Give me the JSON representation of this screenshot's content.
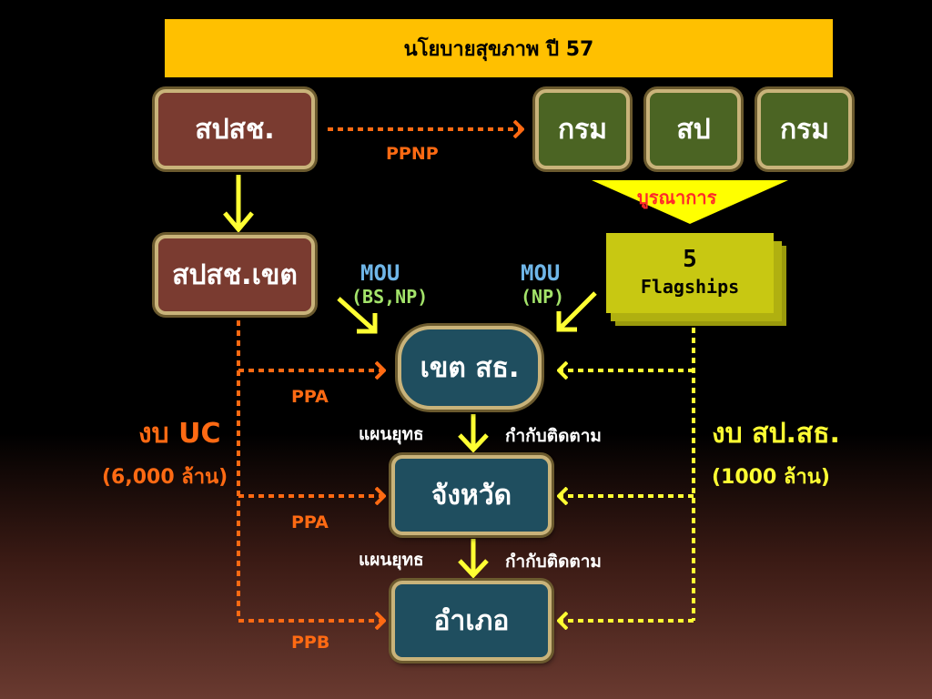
{
  "title": "นโยบายสุขภาพ ปี 57",
  "boxes": {
    "spsch": "สปสช.",
    "krom1": "กรม",
    "sp": "สป",
    "krom2": "กรม",
    "spsch_khet": "สปสช.เขต",
    "khet_sth": "เขต สธ.",
    "changwat": "จังหวัด",
    "amphoe": "อำเภอ"
  },
  "flagships": {
    "number": "5",
    "label": "Flagships"
  },
  "labels": {
    "ppnp": "PPNP",
    "buranakan": "บูรณาการ",
    "mou_left": "MOU",
    "mou_left_sub": "(BS,NP)",
    "mou_right": "MOU",
    "mou_right_sub": "(NP)",
    "ppa1": "PPA",
    "ppa2": "PPA",
    "ppb": "PPB",
    "budget_uc": "งบ UC",
    "budget_uc_amount": "(6,000 ล้าน)",
    "budget_sp": "งบ สป.สธ.",
    "budget_sp_amount": "(1000 ล้าน)",
    "plan1": "แผนยุทธ",
    "monitor1": "กำกับติดตาม",
    "plan2": "แผนยุทธ",
    "monitor2": "กำกับติดตาม"
  },
  "colors": {
    "title_bg": "#ffc000",
    "orange": "#ff6a13",
    "yellow": "#ffff33",
    "brown_box": "#7a3b30",
    "green_box": "#4b6423",
    "teal_box": "#1f4e5f",
    "flagship_bg": "#c8c812"
  }
}
